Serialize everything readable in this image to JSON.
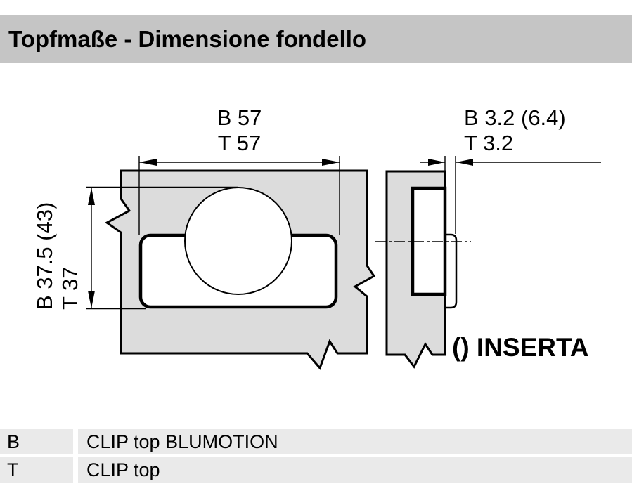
{
  "header": {
    "title": "Topfmaße - Dimensione fondello"
  },
  "diagram": {
    "front_view": {
      "width_dim_line1": "B 57",
      "width_dim_line2": "T 57",
      "height_dim_line1": "B 37.5 (43)",
      "height_dim_line2": "T 37"
    },
    "side_view": {
      "depth_dim_line1": "B 3.2 (6.4)",
      "depth_dim_line2": "T 3.2",
      "note": "() INSERTA"
    }
  },
  "legend": {
    "rows": [
      {
        "key": "B",
        "value": "CLIP top BLUMOTION"
      },
      {
        "key": "T",
        "value": "CLIP top"
      }
    ]
  },
  "colors": {
    "header_bg": "#c5c5c5",
    "drawing_fill": "#dcdcdc",
    "legend_row_bg": "#eaeaea",
    "line": "#000000"
  }
}
